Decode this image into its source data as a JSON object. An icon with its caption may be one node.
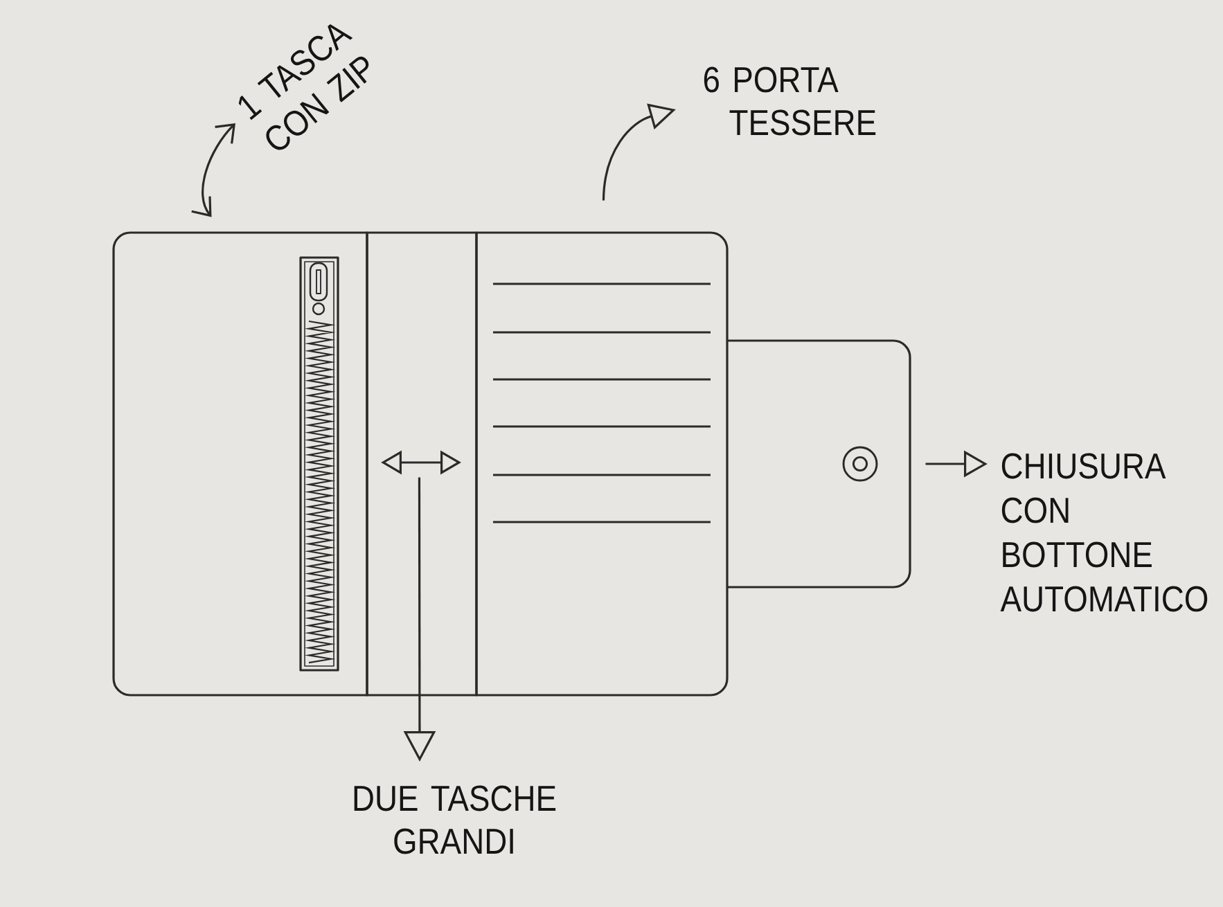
{
  "diagram": {
    "nodes": [
      {
        "text": [
          "1 TASCA CON ZIP"
        ]
      },
      {
        "text": [
          "6 PORTA TESSERE"
        ]
      },
      {
        "text": [],
        "shape": "box"
      },
      {
        "text": [],
        "shape": "box"
      },
      {
        "text": [],
        "shape": "box"
      },
      {
        "text": [],
        "shape": "box"
      },
      {
        "text": [
          "CHIUSURA CON BOTTONE AUTOMATICO"
        ]
      },
      {
        "text": [
          "DUE TASCHE GRANDI"
        ]
      }
    ],
    "edges": [
      {
        "from": 2,
        "to": 0,
        "arrow": "both"
      },
      {
        "from": 4,
        "to": 1,
        "arrow": "to"
      },
      {
        "from": 5,
        "to": 6,
        "arrow": "to"
      },
      {
        "from": 3,
        "to": 7,
        "arrow": "to"
      }
    ]
  }
}
